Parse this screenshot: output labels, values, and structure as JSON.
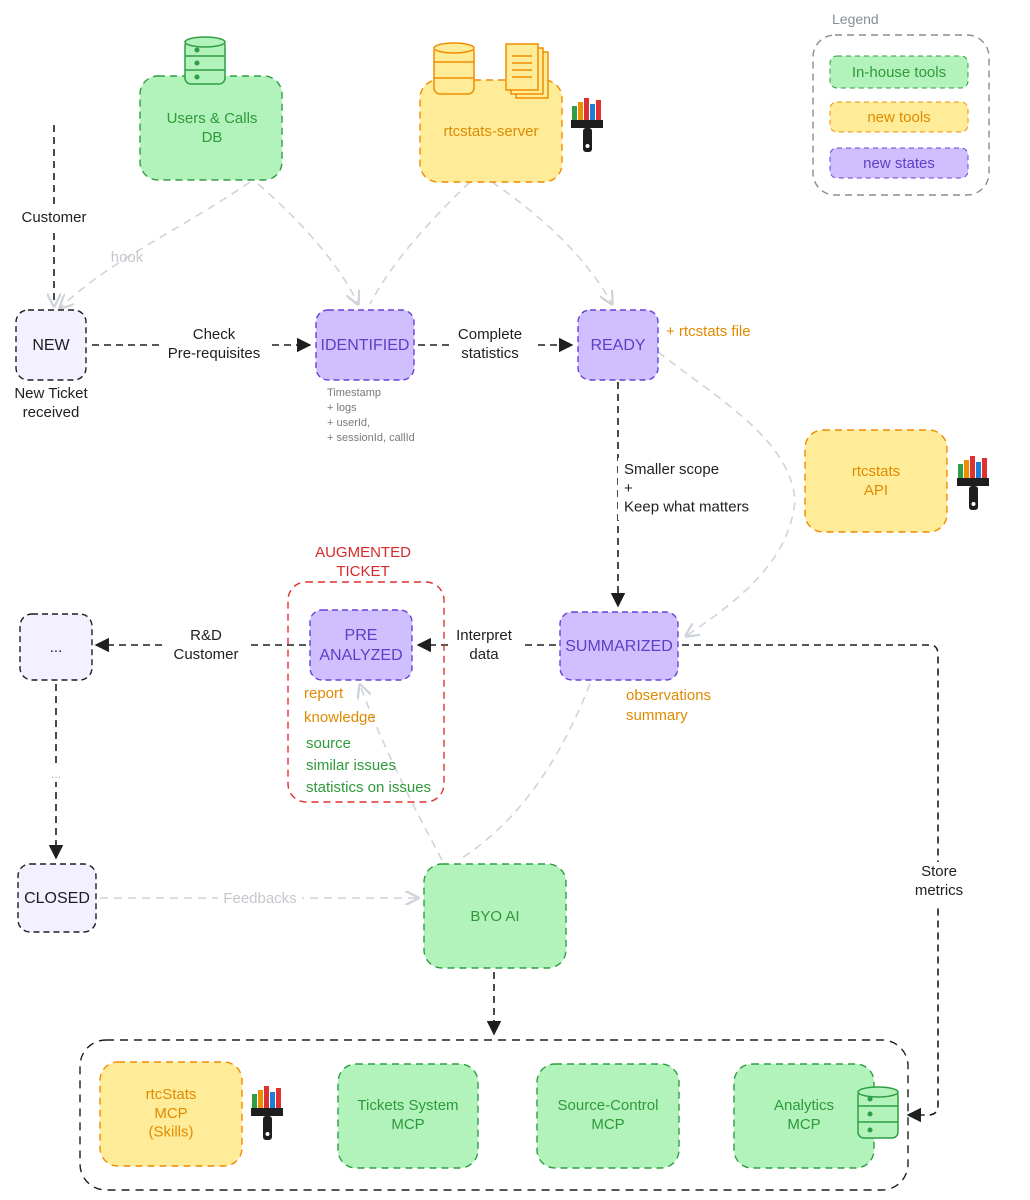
{
  "legend": {
    "title": "Legend",
    "items": [
      "In-house tools",
      "new tools",
      "new states"
    ]
  },
  "colors": {
    "inhouse_fill": "#b2f2bb",
    "inhouse_stroke": "#2f9e44",
    "newtool_fill": "#ffec99",
    "newtool_stroke": "#f08c00",
    "state_fill": "#d0bfff",
    "state_stroke": "#6741d9",
    "plain_fill": "#f3f0ff",
    "edge": "#1e1e1e",
    "faint": "#ced4da",
    "red": "#e03131"
  },
  "tools": {
    "users_db": "Users & Calls\nDB",
    "rtcstats_server": "rtcstats-server",
    "rtcstats_api": "rtcstats\nAPI",
    "byo_ai": "BYO AI"
  },
  "states": {
    "new": "NEW",
    "identified": "IDENTIFIED",
    "ready": "READY",
    "summarized": "SUMMARIZED",
    "pre_analyzed": "PRE\nANALYZED",
    "ellipsis": "...",
    "closed": "CLOSED"
  },
  "edges": {
    "customer": "Customer",
    "hook": "hook",
    "check": "Check\nPre-requisites",
    "complete": "Complete\nstatistics",
    "smaller": "Smaller scope\n+\nKeep what matters",
    "interpret": "Interpret\ndata",
    "rnd": "R&D\nCustomer",
    "dots": "...",
    "feedbacks": "Feedbacks",
    "store": "Store\nmetrics"
  },
  "notes": {
    "new_ticket": "New Ticket\nreceived",
    "identified_fields": [
      "Timestamp",
      "+ logs",
      "+ userId,",
      "+ sessionId, callId"
    ],
    "rtcstats_file": "+ rtcstats file",
    "augmented": "AUGMENTED\nTICKET",
    "pre_orange": [
      "report",
      "knowledge"
    ],
    "pre_green": [
      "source",
      "similar issues",
      "statistics on issues"
    ],
    "summ_orange": [
      "observations",
      "summary"
    ]
  },
  "mcp": {
    "rtcstats": "rtcStats\nMCP\n(Skills)",
    "tickets": "Tickets System\nMCP",
    "source": "Source-Control\nMCP",
    "analytics": "Analytics\nMCP"
  }
}
